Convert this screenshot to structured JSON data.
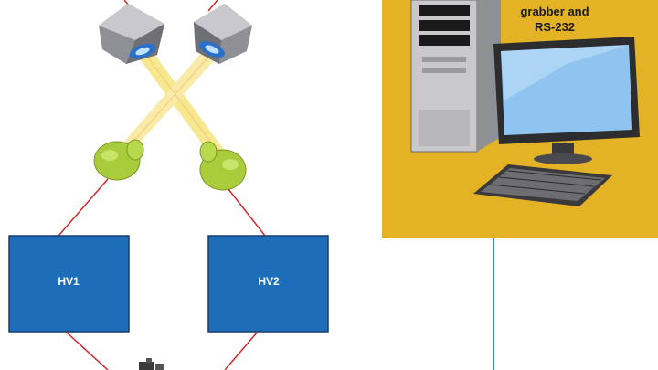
{
  "computer_panel": {
    "label": "grabber and\nRS-232",
    "background_color": "#e3b325"
  },
  "power_supplies": [
    {
      "label": "HV1",
      "color": "#1e6db8"
    },
    {
      "label": "HV2",
      "color": "#1e6db8"
    }
  ],
  "colors": {
    "wire_red": "#cc2a2a",
    "data_line_blue": "#3a86d0",
    "detector_green": "#a8cc3c",
    "beam_yellow": "#f5df6a"
  },
  "icons": [
    "projector-icon",
    "projector-icon",
    "detector-icon",
    "detector-icon",
    "pc-tower-icon",
    "monitor-icon",
    "keyboard-icon",
    "component-icon"
  ]
}
